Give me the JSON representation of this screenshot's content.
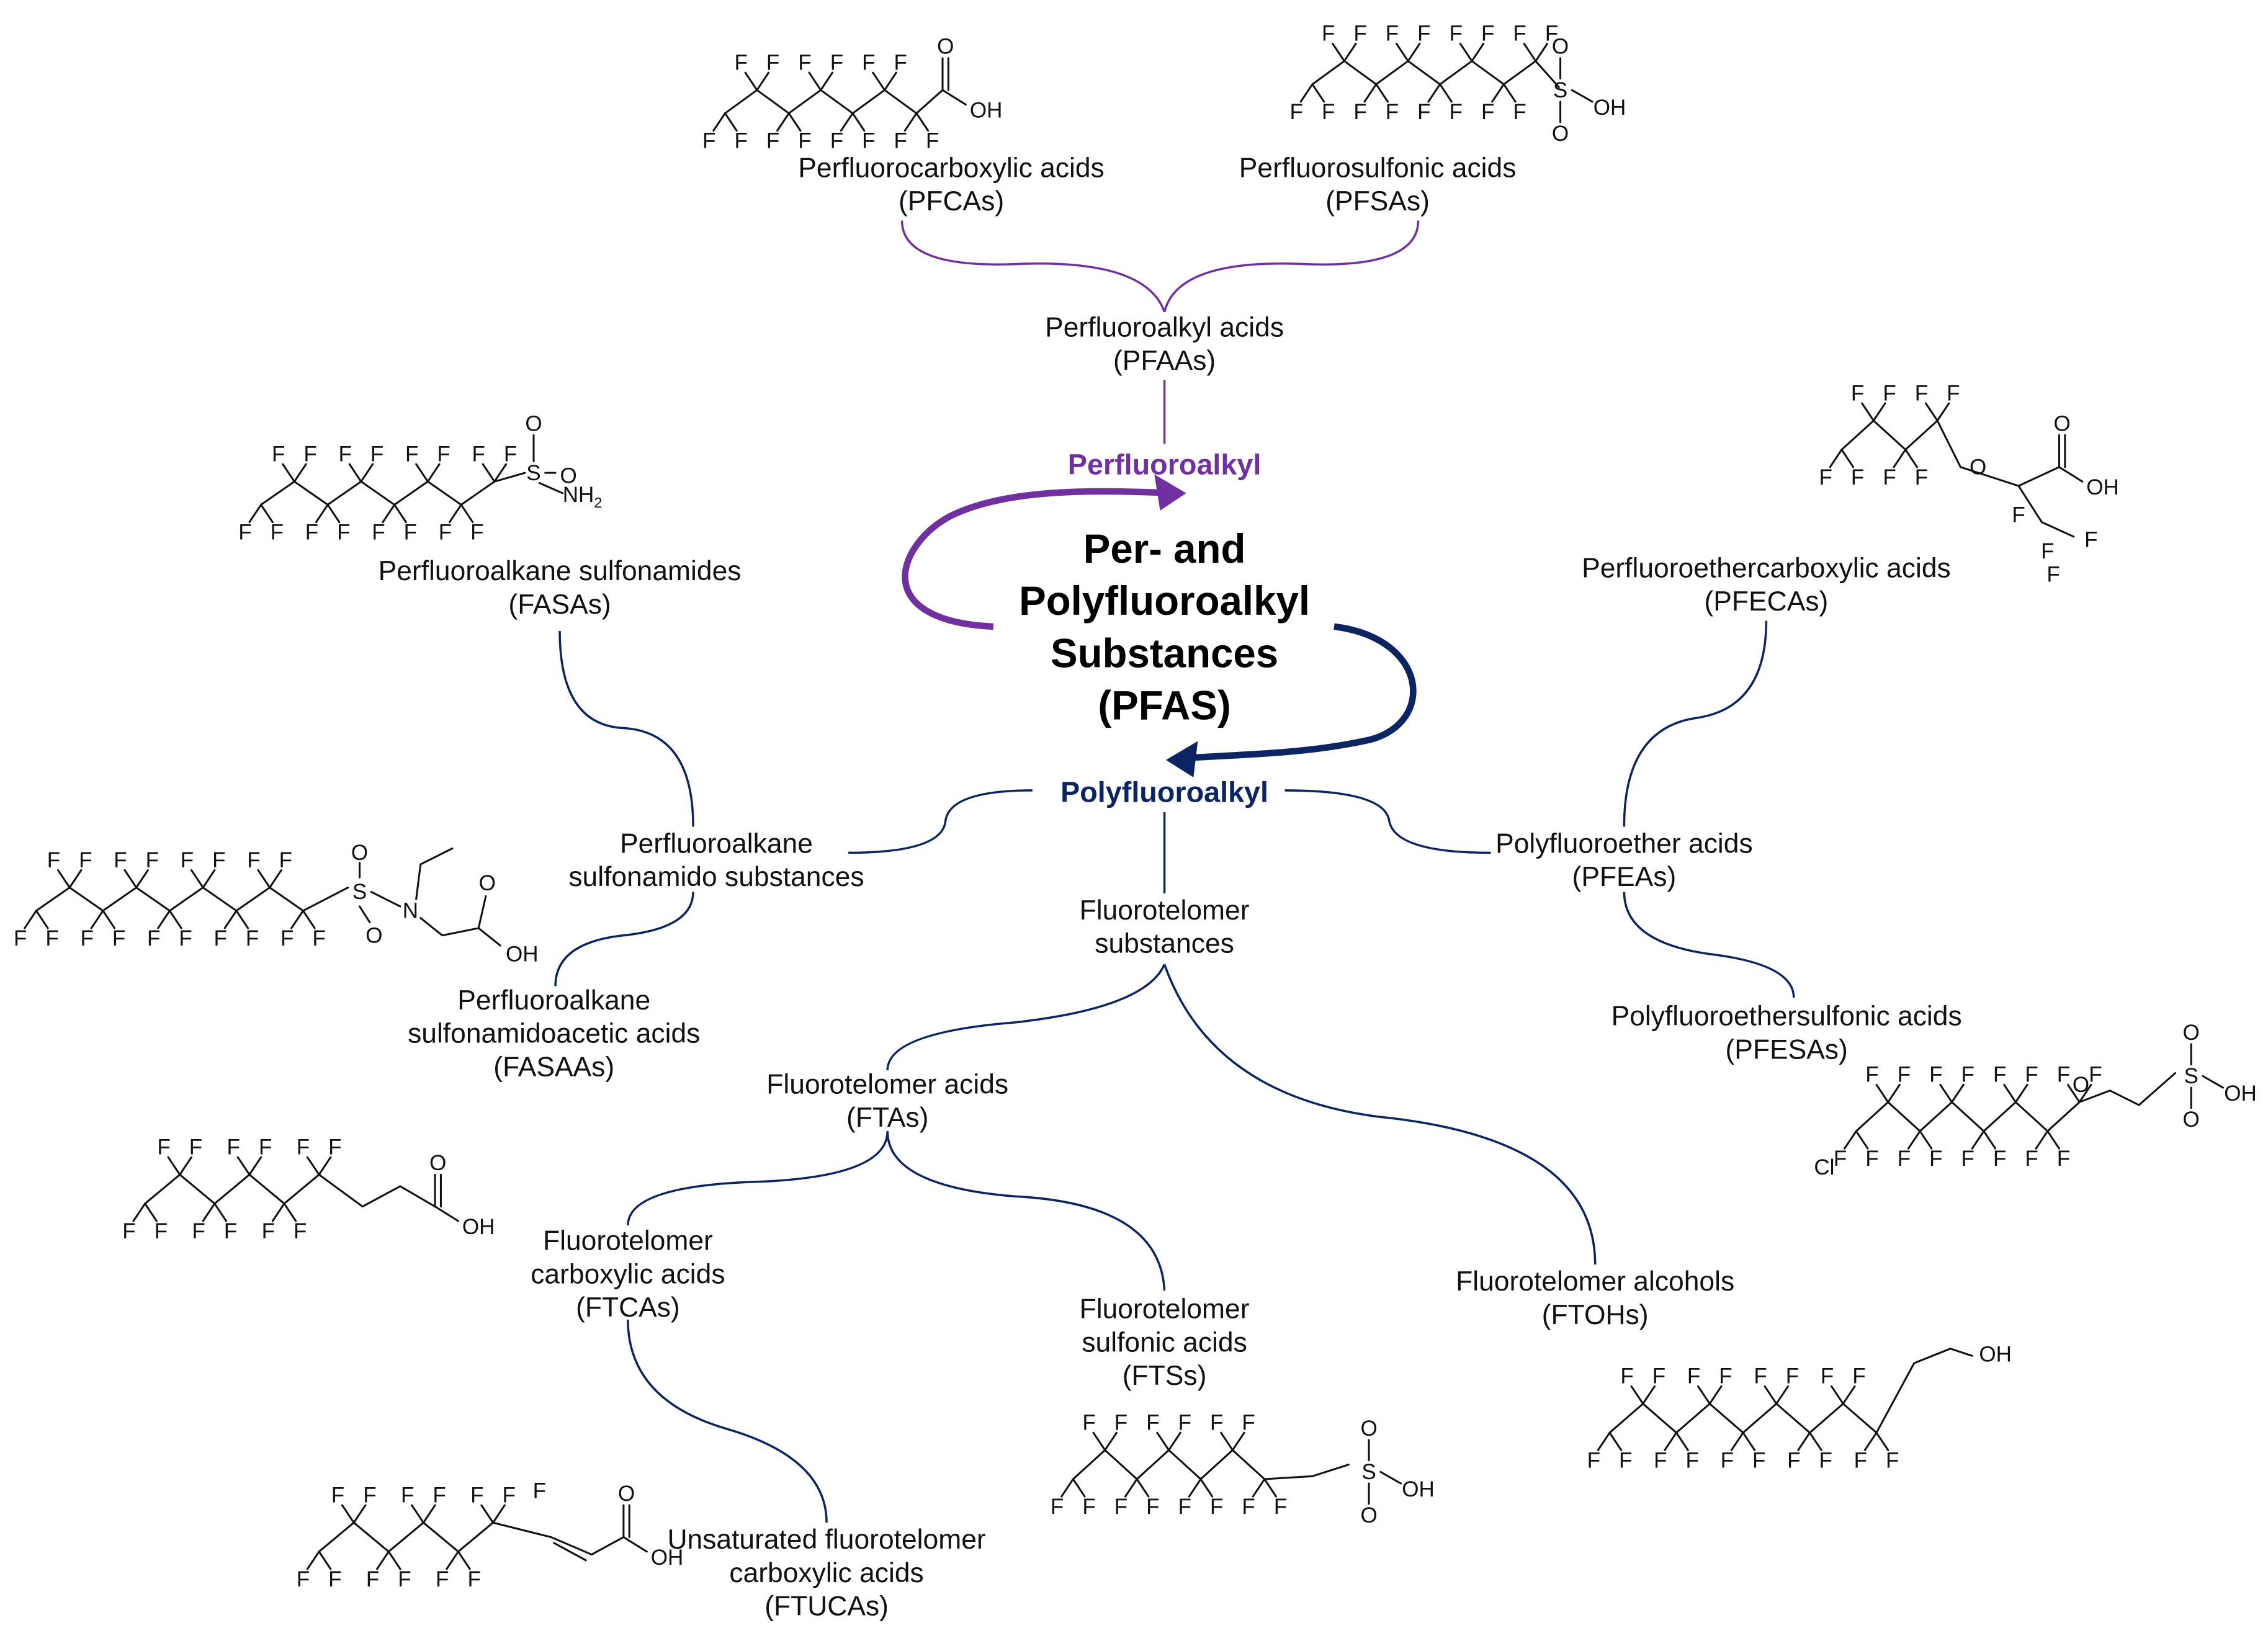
{
  "colors": {
    "perfluoro": "#7030a0",
    "polyfluoro": "#0c2461",
    "text": "#111111"
  },
  "title": [
    "Per- and",
    "Polyfluoroalkyl",
    "Substances",
    "(PFAS)"
  ],
  "categories": {
    "perfluoro": "Perfluoroalkyl",
    "polyfluoro": "Polyfluoroalkyl"
  },
  "nodes": {
    "pfcas": [
      "Perfluorocarboxylic acids",
      "(PFCAs)"
    ],
    "pfsas": [
      "Perfluorosulfonic acids",
      "(PFSAs)"
    ],
    "pfaas": [
      "Perfluoroalkyl acids",
      "(PFAAs)"
    ],
    "fasas": [
      "Perfluoroalkane sulfonamides",
      "(FASAs)"
    ],
    "sulfonamido": [
      "Perfluoroalkane",
      "sulfonamido substances"
    ],
    "fasaas": [
      "Perfluoroalkane",
      "sulfonamidoacetic acids",
      "(FASAAs)"
    ],
    "pfecas": [
      "Perfluoroethercarboxylic acids",
      "(PFECAs)"
    ],
    "pfeas": [
      "Polyfluoroether acids",
      "(PFEAs)"
    ],
    "pfesas": [
      "Polyfluoroethersulfonic acids",
      "(PFESAs)"
    ],
    "ft": [
      "Fluorotelomer",
      "substances"
    ],
    "ftas": [
      "Fluorotelomer acids",
      "(FTAs)"
    ],
    "ftcas": [
      "Fluorotelomer",
      "carboxylic acids",
      "(FTCAs)"
    ],
    "ftss": [
      "Fluorotelomer",
      "sulfonic acids",
      "(FTSs)"
    ],
    "ftohs": [
      "Fluorotelomer alcohols",
      "(FTOHs)"
    ],
    "ftucas": [
      "Unsaturated fluorotelomer",
      "carboxylic acids",
      "(FTUCAs)"
    ]
  },
  "atoms": {
    "F": "F",
    "O": "O",
    "OH": "OH",
    "S": "S",
    "N": "N",
    "NH2": "NH",
    "sub2": "2",
    "Cl": "Cl"
  }
}
